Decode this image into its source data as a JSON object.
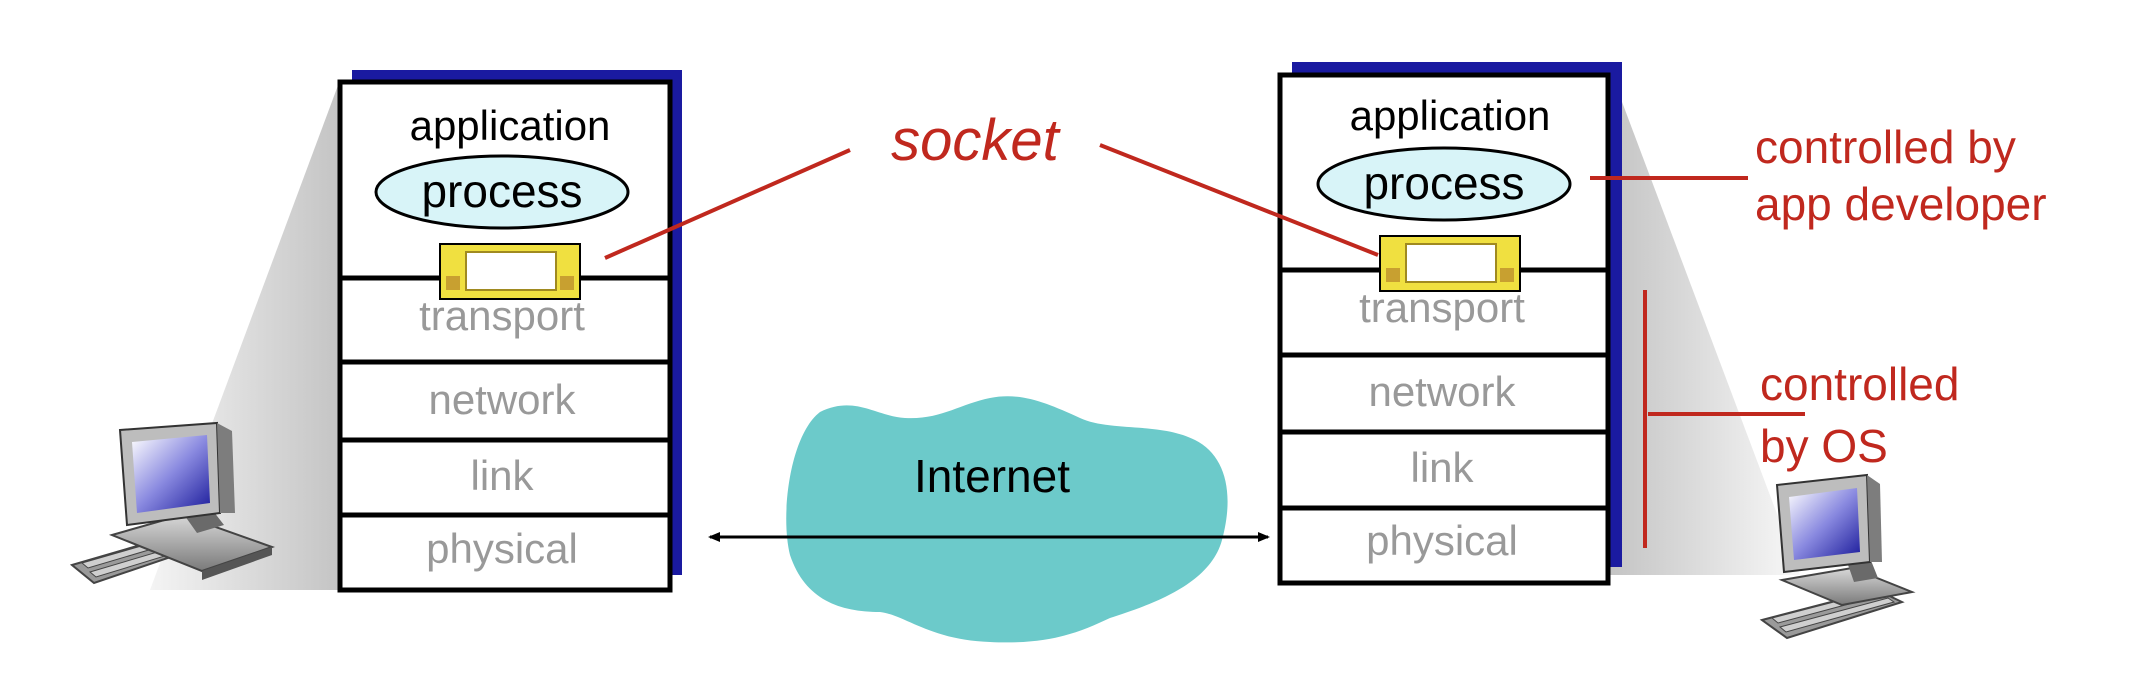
{
  "left_host": {
    "app_label": "application",
    "process_label": "process",
    "layers": [
      "transport",
      "network",
      "link",
      "physical"
    ]
  },
  "right_host": {
    "app_label": "application",
    "process_label": "process",
    "layers": [
      "transport",
      "network",
      "link",
      "physical"
    ]
  },
  "socket_label": "socket",
  "internet_label": "Internet",
  "annotations": {
    "app_developer": [
      "controlled by",
      "app developer"
    ],
    "os": [
      "controlled",
      "by OS"
    ]
  },
  "colors": {
    "stack_shadow": "#1a1aa0",
    "process_fill": "#d8f4f8",
    "socket_fill": "#f0e040",
    "socket_square": "#c8a030",
    "cloud_fill": "#6ccaca",
    "annotation_red": "#c0281e",
    "layer_text_gray": "#999999"
  },
  "icons": {
    "left_computer": "desktop-computer-icon",
    "right_computer": "desktop-computer-icon"
  }
}
